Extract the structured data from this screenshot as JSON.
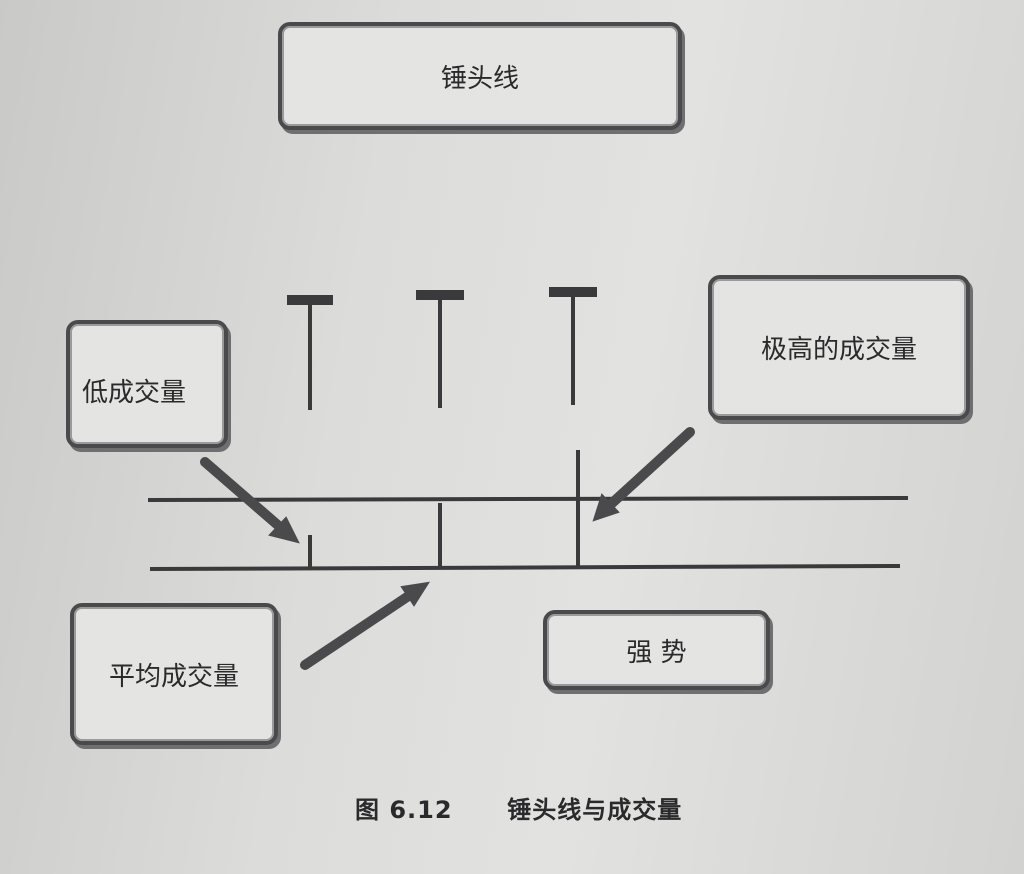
{
  "labels": {
    "hammer_line": "锤头线",
    "low_volume": "低成交量",
    "very_high_volume": "极高的成交量",
    "average_volume": "平均成交量",
    "strength": "强 势"
  },
  "caption": {
    "figure_number": "图 6.12",
    "title": "锤头线与成交量"
  },
  "colors": {
    "line": "#3a3a3c",
    "paper": "#dcdcda"
  }
}
